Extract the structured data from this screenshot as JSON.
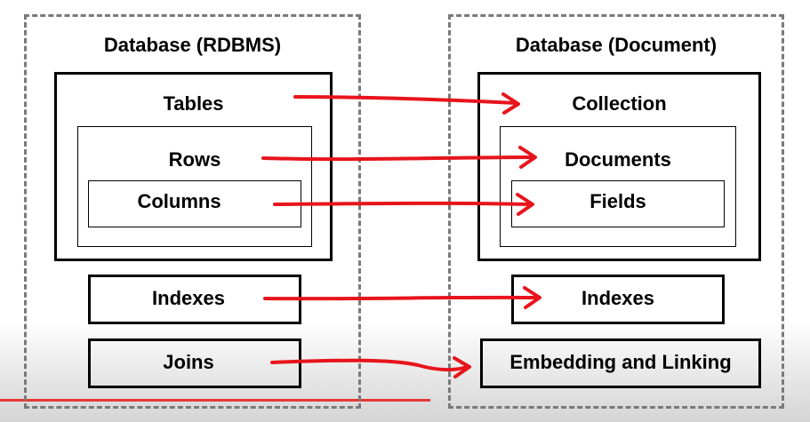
{
  "left": {
    "title": "Database (RDBMS)",
    "tables": "Tables",
    "rows": "Rows",
    "columns": "Columns",
    "indexes": "Indexes",
    "joins": "Joins"
  },
  "right": {
    "title": "Database (Document)",
    "collection": "Collection",
    "documents": "Documents",
    "fields": "Fields",
    "indexes": "Indexes",
    "embedding": "Embedding and Linking"
  },
  "colors": {
    "arrow": "#e8141c",
    "progress": "#e53935",
    "dash": "#7a7a7a"
  }
}
